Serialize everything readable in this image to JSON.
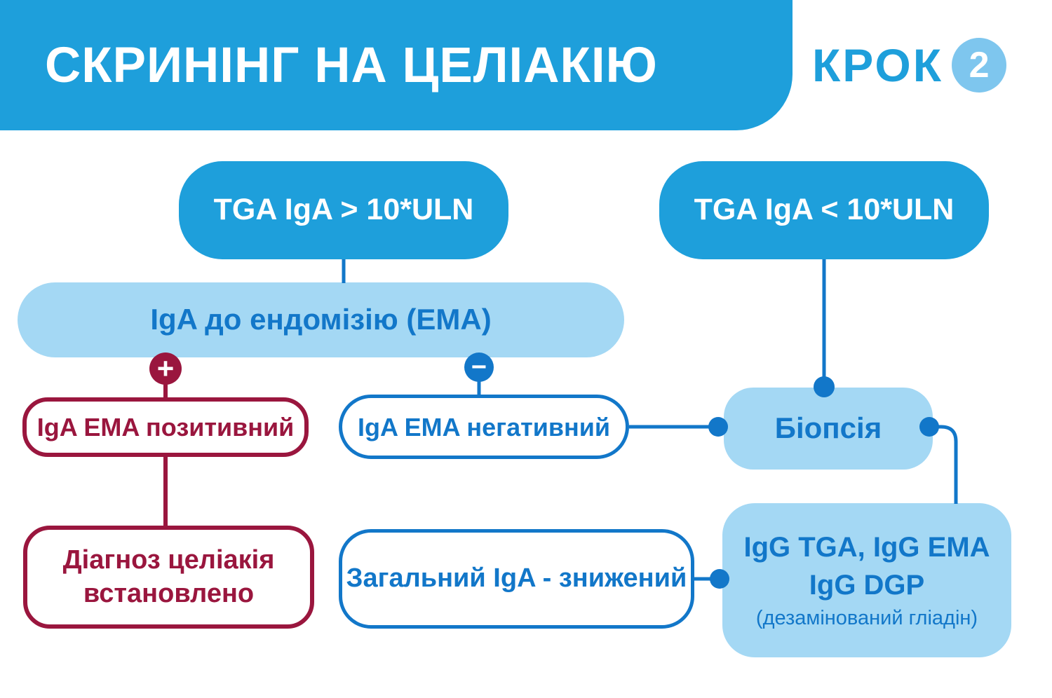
{
  "header": {
    "title": "СКРИНІНГ НА ЦЕЛІАКІЮ",
    "step_label": "КРОК",
    "step_number": "2"
  },
  "colors": {
    "primary_blue": "#1E9FDB",
    "light_blue": "#A4D8F4",
    "circle_blue": "#7EC6EE",
    "line_blue": "#1277C9",
    "dark_red": "#9A163E"
  },
  "nodes": {
    "tga_high": {
      "label": "TGA IgA > 10*ULN"
    },
    "tga_low": {
      "label": "TGA IgA < 10*ULN"
    },
    "ema": {
      "label": "IgA до ендомізію (EMA)"
    },
    "ema_positive": {
      "label": "IgA EMA позитивний"
    },
    "ema_negative": {
      "label": "IgA EMA негативний"
    },
    "biopsy": {
      "label": "Біопсія"
    },
    "diagnosis": {
      "line1": "Діагноз целіакія",
      "line2": "встановлено"
    },
    "total_iga": {
      "label": "Загальний IgA - знижений"
    },
    "igg_tests": {
      "line1": "IgG TGA, IgG EMA",
      "line2": "IgG DGP",
      "line3": "(дезамінований гліадін)"
    }
  },
  "connector_symbols": {
    "plus": "+",
    "minus": "−"
  }
}
